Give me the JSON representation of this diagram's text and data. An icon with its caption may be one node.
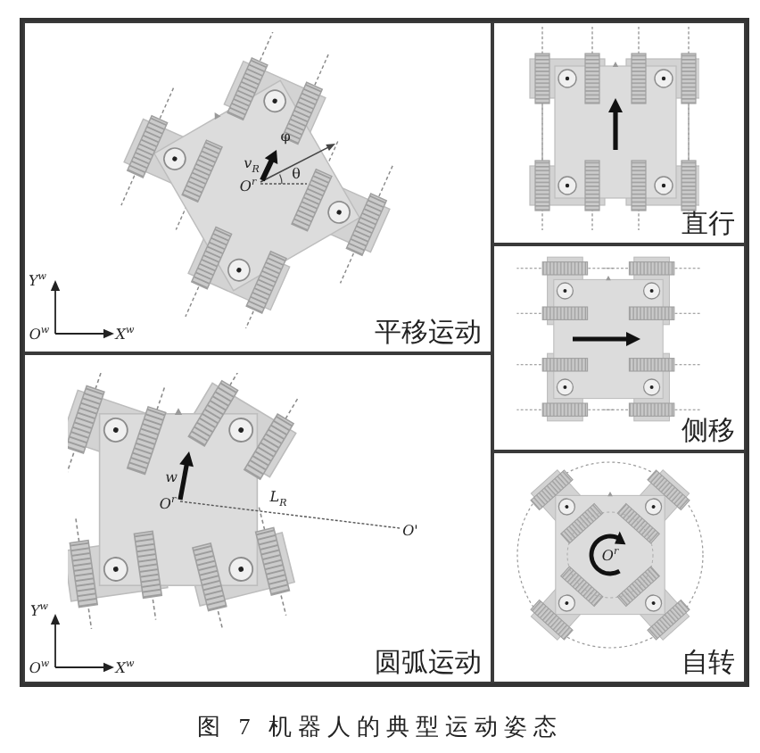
{
  "diagram": {
    "caption": "图 7 机器人的典型运动姿态",
    "nodes": [
      {
        "text": [
          "平移运动"
        ]
      },
      {
        "text": [
          "直行"
        ]
      },
      {
        "text": [
          "侧移"
        ]
      },
      {
        "text": [
          "圆弧运动"
        ]
      },
      {
        "text": [
          "自转"
        ]
      }
    ],
    "labels": [
      "φ",
      "v$_{R}$",
      "O$^{r}$",
      "θ",
      "Y$^{w}$",
      "O$^{w}$",
      "X$^{w}$",
      "w",
      "O$^{r}$",
      "L$_{R}$",
      "O'",
      "Y$^{w}$",
      "O$^{w}$",
      "X$^{w}$",
      "O$^{r}$"
    ]
  }
}
